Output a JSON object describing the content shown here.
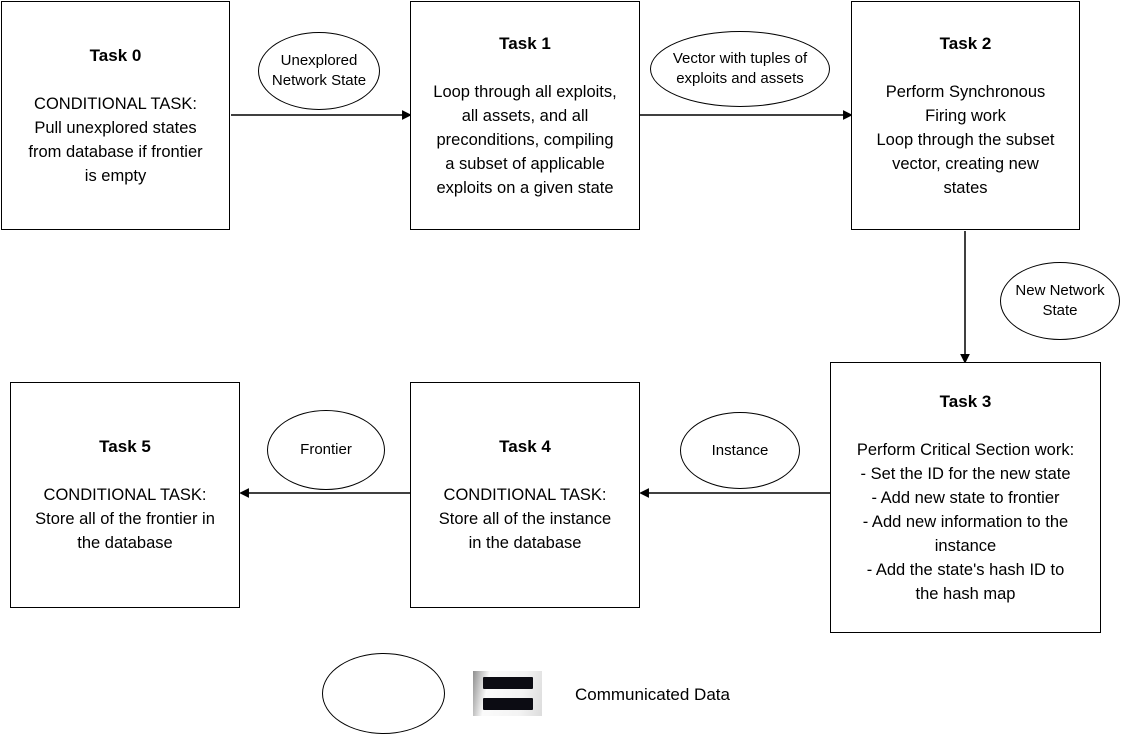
{
  "tasks": [
    {
      "title": "Task 0",
      "body": "CONDITIONAL TASK:\nPull unexplored states\nfrom database if frontier\nis empty"
    },
    {
      "title": "Task 1",
      "body": "Loop through all exploits,\nall assets, and all\npreconditions, compiling\na subset of applicable\nexploits on a given state"
    },
    {
      "title": "Task 2",
      "body": "Perform Synchronous\nFiring work\nLoop through the subset\nvector, creating new\nstates"
    },
    {
      "title": "Task 3",
      "body": "Perform Critical Section work:\n- Set the ID for the new state\n- Add new state to frontier\n- Add new information to the\ninstance\n- Add the state's hash ID to\nthe hash map"
    },
    {
      "title": "Task 4",
      "body": "CONDITIONAL TASK:\nStore all of the instance\nin the database"
    },
    {
      "title": "Task 5",
      "body": "CONDITIONAL TASK:\nStore all of the frontier in\nthe database"
    }
  ],
  "data_labels": [
    {
      "label": "Unexplored\nNetwork State"
    },
    {
      "label": "Vector with tuples of\nexploits and assets"
    },
    {
      "label": "New Network\nState"
    },
    {
      "label": "Instance"
    },
    {
      "label": "Frontier"
    }
  ],
  "legend": {
    "label": "Communicated Data"
  },
  "colors": {
    "line": "#000000",
    "text": "#000000",
    "background": "#ffffff",
    "legend_bar": "#0c0c13",
    "legend_icon_bg": "#f3f3f3"
  }
}
